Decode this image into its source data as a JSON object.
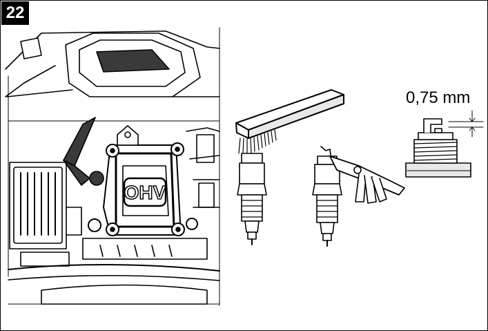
{
  "step": {
    "number": "22"
  },
  "gap_callout": {
    "value": "0,75 mm"
  },
  "engine": {
    "valve_cover_logo": "OHV"
  },
  "colors": {
    "line": "#000000",
    "fill": "#ffffff",
    "shade": "#e8e8e8",
    "dark": "#3a3a3a",
    "badge": "#000000"
  },
  "icons": [
    "wire-brush-icon",
    "spark-plug-icon",
    "feeler-gauge-icon",
    "spark-plug-gap-icon"
  ]
}
